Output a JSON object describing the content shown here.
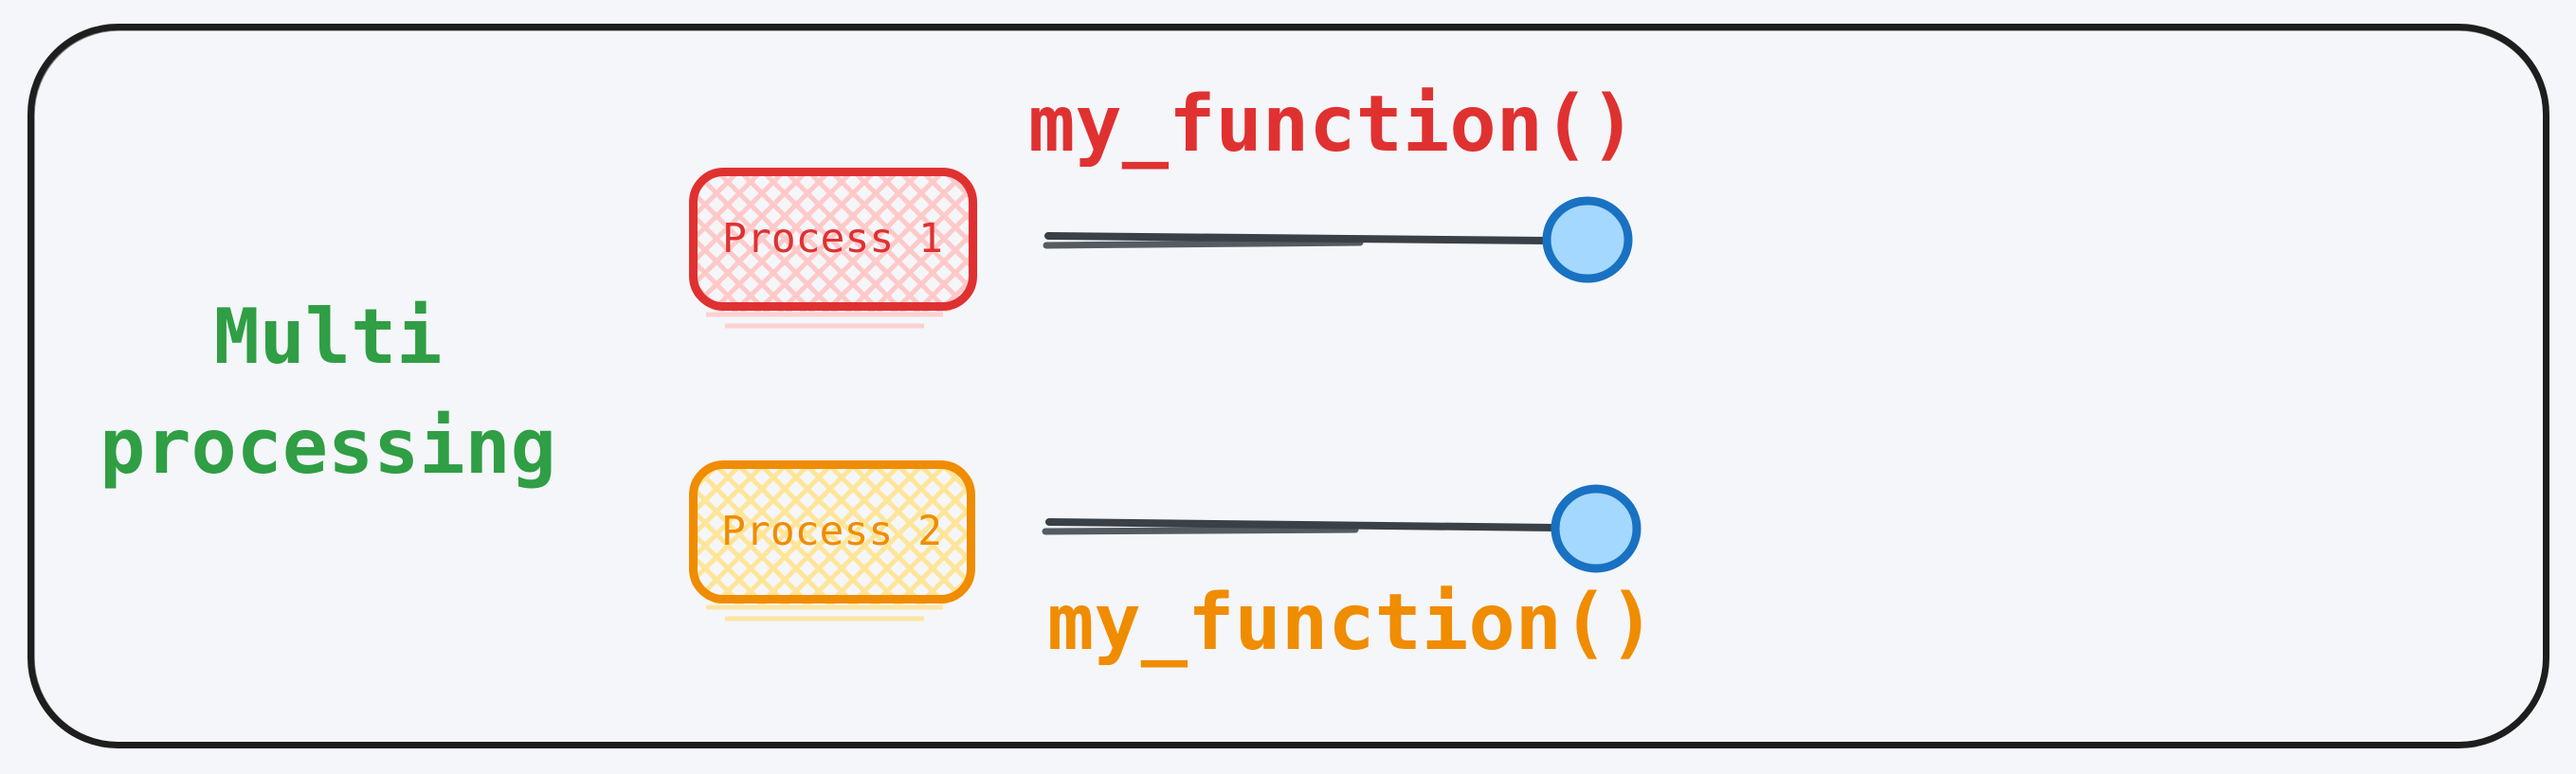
{
  "canvas": {
    "background_color": "#f4f6f9",
    "frame_stroke_color": "#1e1e1e"
  },
  "title": {
    "line1": "Multi",
    "line2": "processing",
    "color": "#2f9e44"
  },
  "processes": [
    {
      "name": "Process 1",
      "function_call": "my_function()",
      "accent_color": "#e03131",
      "hatch_fill_color": "#ffc9c9",
      "function_label_position": "above-timeline"
    },
    {
      "name": "Process 2",
      "function_call": "my_function()",
      "accent_color": "#f08c00",
      "hatch_fill_color": "#ffe599",
      "function_label_position": "below-timeline"
    }
  ],
  "timeline": {
    "stroke_color": "#3a4047",
    "endpoint_fill_color": "#a5d8ff",
    "endpoint_stroke_color": "#1971c2"
  }
}
